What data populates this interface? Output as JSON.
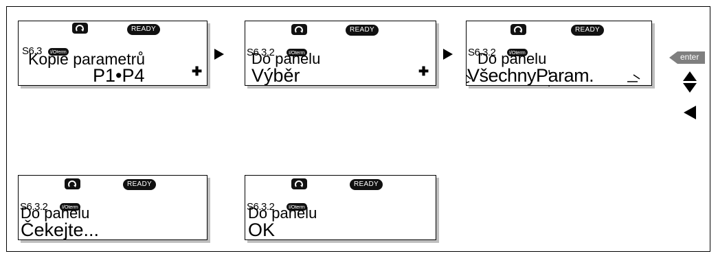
{
  "panels": [
    {
      "code": "S6.3",
      "status": "READY",
      "source": "I/Oterm",
      "line1": "Kopie parametrů",
      "line2": "P1•P4"
    },
    {
      "code": "S6.3.2",
      "status": "READY",
      "source": "I/Oterm",
      "line1": "Do panelu",
      "line2": "Výběr"
    },
    {
      "code": "S6.3.2",
      "status": "READY",
      "source": "I/Oterm",
      "line1": "Do panelu",
      "line2": "VšechnyParam."
    },
    {
      "code": "S6.3.2",
      "status": "READY",
      "source": "I/Oterm",
      "line1": "Do panelu",
      "line2": "Čekejte..."
    },
    {
      "code": "S6.3.2",
      "status": "READY",
      "source": "I/Oterm",
      "line1": "Do panelu",
      "line2": "OK"
    }
  ],
  "controls": {
    "enter_label": "enter"
  },
  "icons": {
    "rotation": "rotation-arrow-icon",
    "next_step": "right-triangle-icon",
    "browse": "plus-arrow-icon",
    "up": "up-triangle-icon",
    "down": "down-triangle-icon",
    "left": "left-triangle-icon"
  },
  "colors": {
    "badge": "#111111",
    "enter_button": "#7f7f7f",
    "shadow": "#bfbfbf"
  }
}
